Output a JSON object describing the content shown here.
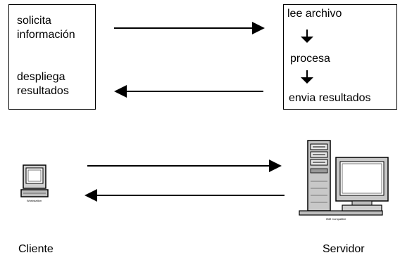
{
  "client_box": {
    "request_line1": "solicita",
    "request_line2": "información",
    "display_line1": "despliega",
    "display_line2": "resultados"
  },
  "server_box": {
    "step1": "lee archivo",
    "step2": "procesa",
    "step3": "envia resultados"
  },
  "machines": {
    "client_label": "Cliente",
    "server_label": "Servidor",
    "client_caption": "Workstation",
    "server_caption": "IBM Compatible"
  }
}
